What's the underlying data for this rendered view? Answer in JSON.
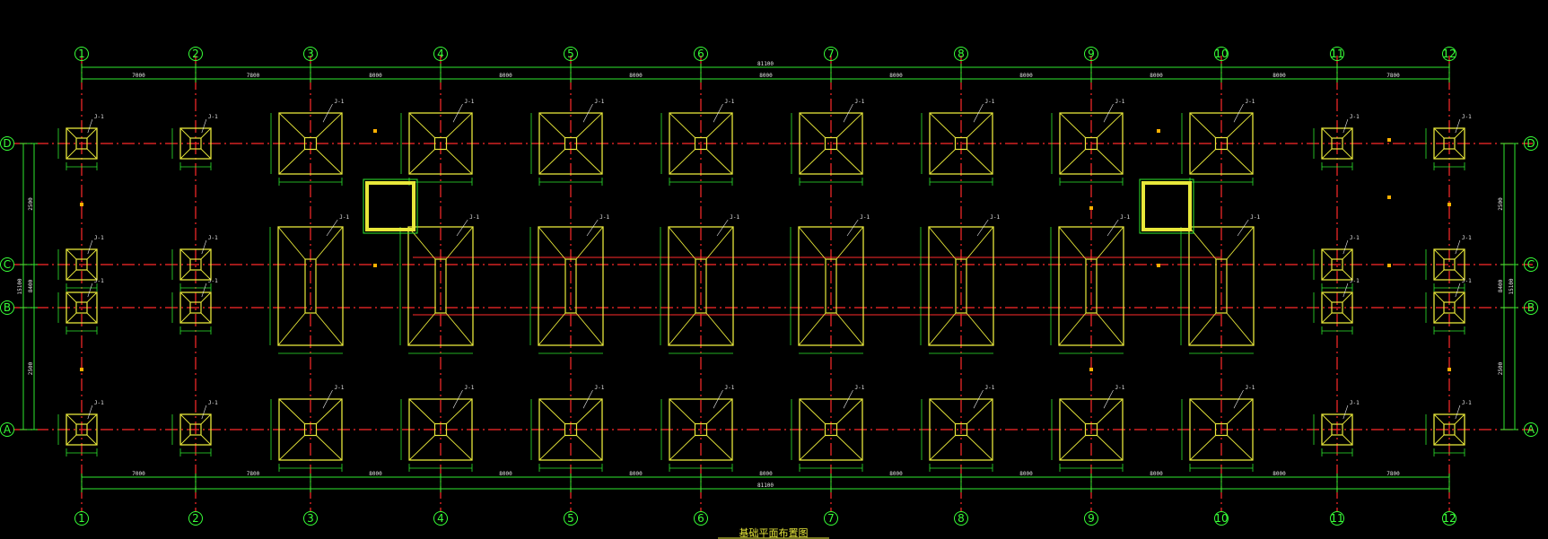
{
  "drawing": {
    "axes_numbers": [
      "1",
      "2",
      "3",
      "4",
      "5",
      "6",
      "7",
      "8",
      "9",
      "10",
      "11",
      "12"
    ],
    "axes_letters": [
      "D",
      "C",
      "B",
      "A"
    ],
    "overall_dimension": "81100",
    "top_spans": [
      "7000",
      "7800",
      "8000",
      "8000",
      "8000",
      "8000",
      "8000",
      "8000",
      "8000",
      "8000",
      "7800",
      "7000"
    ],
    "bottom_spans": [
      "7000",
      "7800",
      "8000",
      "8000",
      "8000",
      "8000",
      "8000",
      "8000",
      "8000",
      "8000",
      "7800",
      "7000"
    ],
    "left_dims": [
      "2500",
      "8400",
      "2500"
    ],
    "left_total": "15100",
    "right_dims": [
      "2500",
      "8400",
      "2500"
    ],
    "right_total": "15100",
    "footing_label": "J-1",
    "title": "基础平面布置图"
  },
  "colors": {
    "background": "#000000",
    "grid": "#ff2a2a",
    "dimension": "#2ee82e",
    "footing": "#e8e83a",
    "annotation": "#ffffff"
  }
}
